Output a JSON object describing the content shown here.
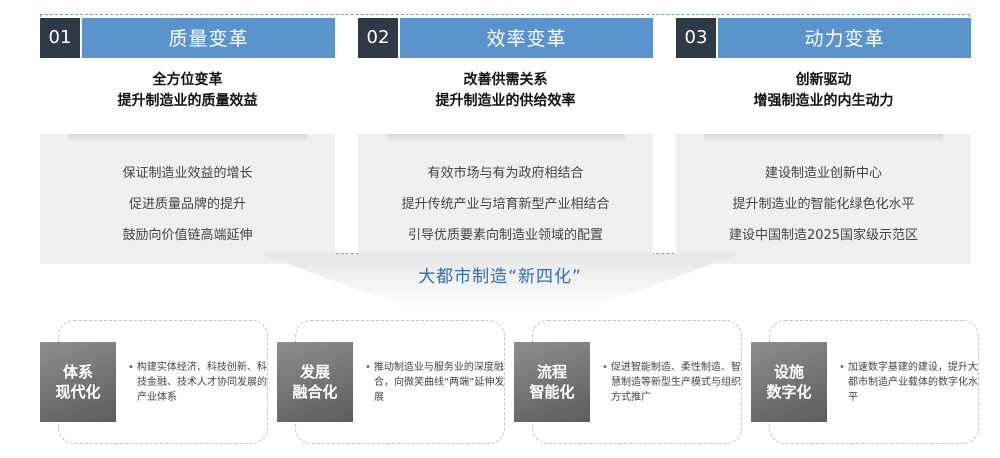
{
  "pillars": [
    {
      "num": "01",
      "title": "质量变革",
      "sub1": "全方位变革",
      "sub2": "提升制造业的质量效益",
      "items": [
        "保证制造业效益的增长",
        "促进质量品牌的提升",
        "鼓励向价值链高端延伸"
      ]
    },
    {
      "num": "02",
      "title": "效率变革",
      "sub1": "改善供需关系",
      "sub2": "提升制造业的供给效率",
      "items": [
        "有效市场与有为政府相结合",
        "提升传统产业与培育新型产业相结合",
        "引导优质要素向制造业领域的配置"
      ]
    },
    {
      "num": "03",
      "title": "动力变革",
      "sub1": "创新驱动",
      "sub2": "增强制造业的内生动力",
      "items": [
        "建设制造业创新中心",
        "提升制造业的智能化绿色化水平",
        "建设中国制造2025国家级示范区"
      ]
    }
  ],
  "center_title": "大都市制造“新四化”",
  "cards": [
    {
      "tag1": "体系",
      "tag2": "现代化",
      "desc": "构建实体经济、科技创新、科技金融、技术人才协同发展的产业体系"
    },
    {
      "tag1": "发展",
      "tag2": "融合化",
      "desc": "推动制造业与服务业的深度融合，向微笑曲线“两端”延伸发展"
    },
    {
      "tag1": "流程",
      "tag2": "智能化",
      "desc": "促进智能制造、柔性制造、智慧制造等新型生产模式与组织方式推广"
    },
    {
      "tag1": "设施",
      "tag2": "数字化",
      "desc": "加速数字基建的建设，提升大都市制造产业载体的数字化水平"
    }
  ],
  "colors": {
    "title_bar": "#5b93cc",
    "num_box": "#2f3a47",
    "accent_text": "#2e6fb5",
    "tag_gray": "#6e6e6e",
    "panel_gray": "#efefef"
  }
}
